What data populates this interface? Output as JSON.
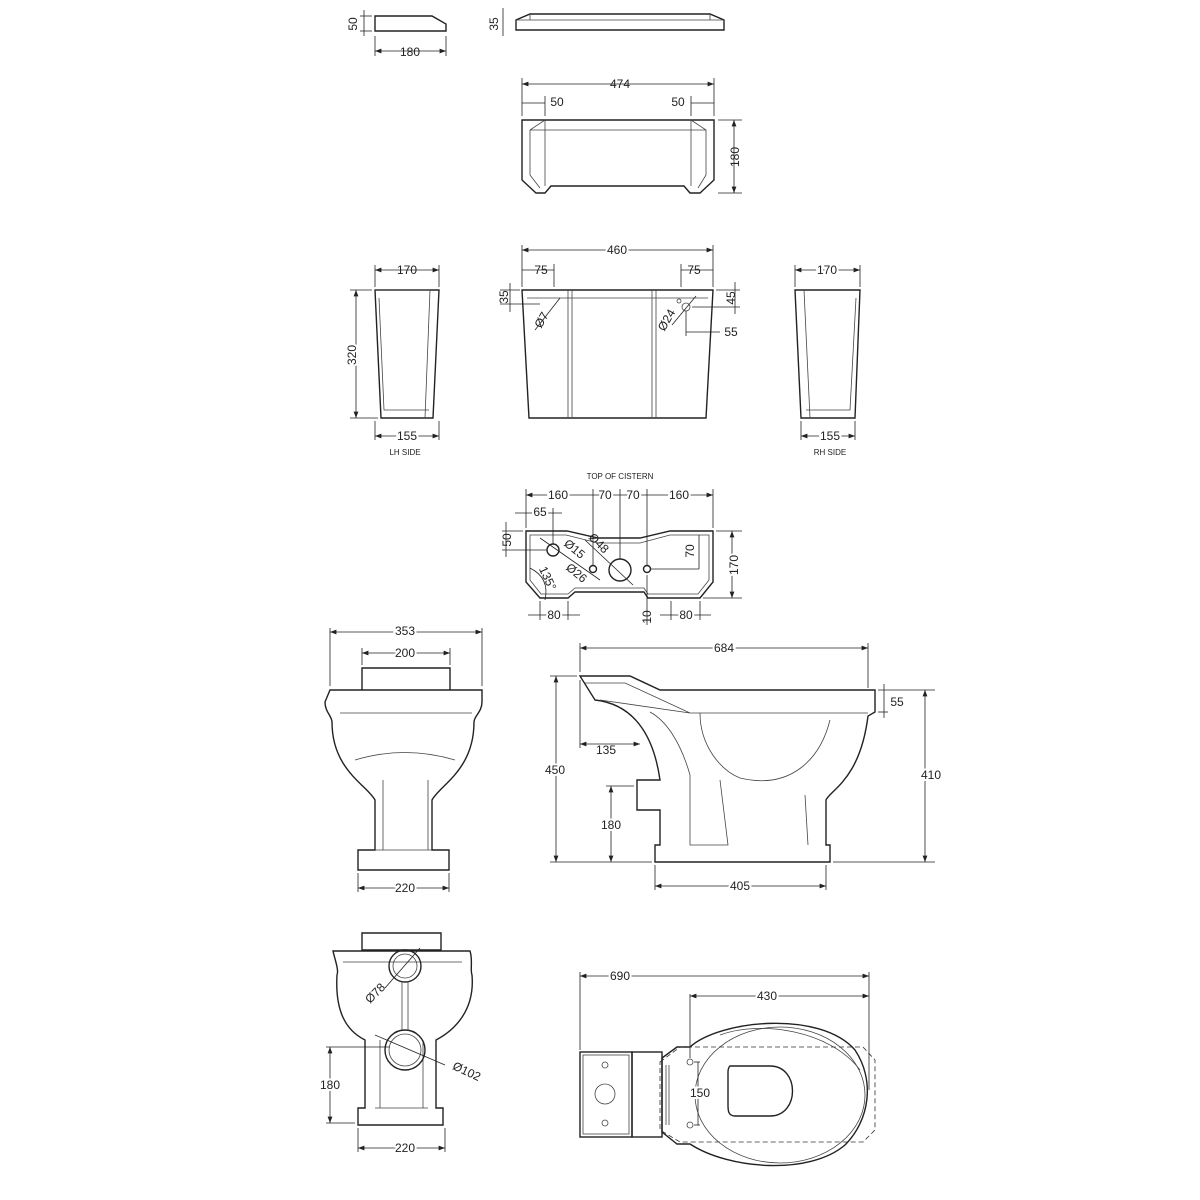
{
  "title": "TOP OF CISTERN",
  "views": {
    "lh_side": "LH SIDE",
    "rh_side": "RH SIDE"
  },
  "dims": {
    "lid_side_h": "50",
    "lid_side_w": "180",
    "lid_front_h": "35",
    "lid_top_w": "474",
    "lid_top_l": "50",
    "lid_top_r": "50",
    "lid_top_d": "180",
    "lh_w": "170",
    "lh_h": "320",
    "lh_base": "155",
    "front_w": "460",
    "front_l": "75",
    "front_r": "75",
    "front_35": "35",
    "front_d7": "Ø7",
    "front_d24": "Ø24",
    "front_45": "45",
    "front_55": "55",
    "rh_w": "170",
    "rh_base": "155",
    "top_160a": "160",
    "top_70a": "70",
    "top_70b": "70",
    "top_160b": "160",
    "top_65": "65",
    "top_50": "50",
    "top_d15": "Ø15",
    "top_d48": "Ø48",
    "top_d26": "Ø26",
    "top_angle": "135°",
    "top_70v": "70",
    "top_170": "170",
    "top_80a": "80",
    "top_10": "10",
    "top_80b": "80",
    "pan_front_w": "353",
    "pan_front_200": "200",
    "pan_front_base": "220",
    "pan_side_len": "684",
    "pan_side_55": "55",
    "pan_side_135": "135",
    "pan_side_450": "450",
    "pan_side_410": "410",
    "pan_side_180": "180",
    "pan_side_405": "405",
    "back_d78": "Ø78",
    "back_d102": "Ø102",
    "back_180": "180",
    "back_220": "220",
    "plan_690": "690",
    "plan_430": "430",
    "plan_150": "150"
  }
}
